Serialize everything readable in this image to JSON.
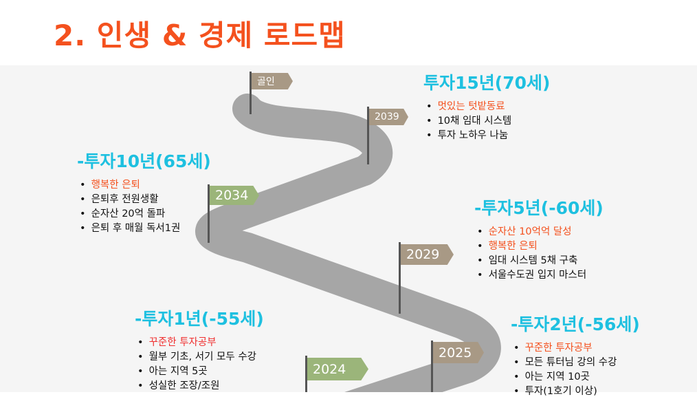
{
  "title": "2. 인생 & 경제 로드맵",
  "colors": {
    "accent": "#f4511e",
    "heading": "#1ec0e0",
    "flag_tan": "#a89985",
    "flag_green": "#9bb57a",
    "road": "#a6a6a6"
  },
  "flags": {
    "goal": "골인",
    "y2039": "2039",
    "y2034": "2034",
    "y2029": "2029",
    "y2025": "2025",
    "y2024": "2024"
  },
  "sections": {
    "y15": {
      "heading": "투자15년(70세)",
      "items": [
        "멋있는 텃밭동료",
        "10채  임대 시스템",
        "투자 노하우 나눔"
      ]
    },
    "y10": {
      "heading": "-투자10년(65세)",
      "items": [
        "행복한 은퇴",
        "은퇴후 전원생활",
        "순자산 20억 돌파",
        "은퇴 후 매월 독서1권"
      ]
    },
    "y5": {
      "heading": "-투자5년(-60세)",
      "items": [
        "순자산 10억억  달성",
        "행복한 은퇴",
        "임대 시스템 5채 구축",
        "서울수도권 입지 마스터"
      ]
    },
    "y1": {
      "heading": "-투자1년(-55세)",
      "items": [
        "꾸준한 투자공부",
        "월부 기초, 서기 모두 수강",
        "아는 지역 5곳",
        "성실한 조장/조원"
      ]
    },
    "y2": {
      "heading": "-투자2년(-56세)",
      "items": [
        "꾸준한 투자공부",
        "모든 튜터님 강의 수강",
        "아는 지역 10곳",
        "투자(1호기 이상)"
      ]
    }
  }
}
